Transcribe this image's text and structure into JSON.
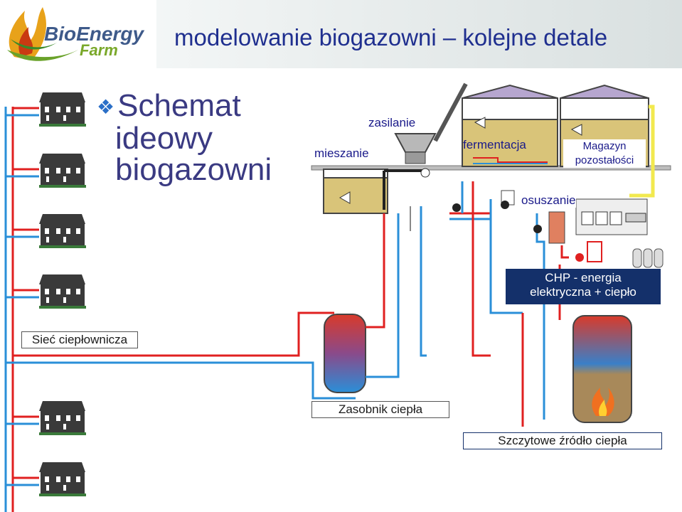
{
  "header": {
    "logo_line1": "BioEnergy",
    "logo_line2": "Farm",
    "title": "modelowanie biogazowni – kolejne detale"
  },
  "bullet": {
    "line1": "Schemat",
    "line2": "ideowy",
    "line3": "biogazowni"
  },
  "labels": {
    "zasilanie": "zasilanie",
    "mieszanie": "mieszanie",
    "fermentacja": "fermentacja",
    "magazyn_1": "Magazyn",
    "magazyn_2": "pozostałości",
    "osuszanie": "osuszanie",
    "chp_1": "CHP - energia",
    "chp_2": "elektryczna + ciepło",
    "siec": "Sieć ciepłownicza",
    "zasobnik": "Zasobnik ciepła",
    "szczytowe": "Szczytowe źródło ciepła"
  },
  "colors": {
    "title": "#1f2f8f",
    "pipe_hot": "#e02020",
    "pipe_cold": "#2a8fd8",
    "navy": "#14306a",
    "tank_fill": "#d9c479",
    "yellow": "#f2e94e"
  }
}
